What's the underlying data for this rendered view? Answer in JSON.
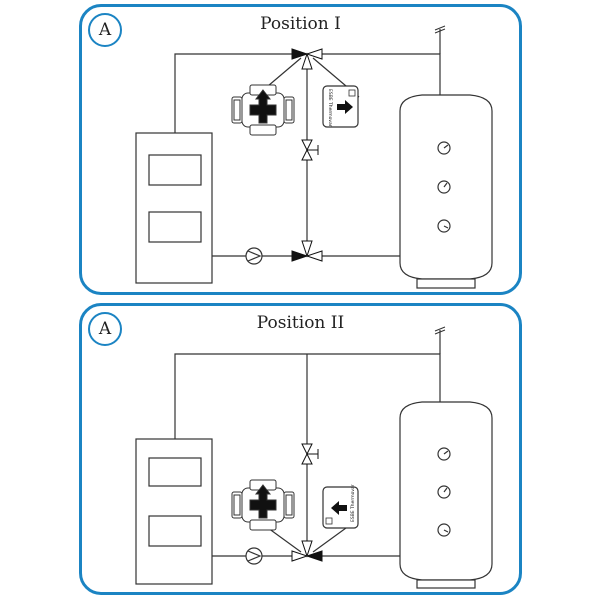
{
  "panels": [
    {
      "badge": "A",
      "title": "Position I",
      "controller_label": "ESBE Thermovar",
      "arrow_direction": "right"
    },
    {
      "badge": "A",
      "title": "Position II",
      "controller_label": "ESBE Thermovar",
      "arrow_direction": "left"
    }
  ],
  "colors": {
    "frame": "#1b84c3",
    "line": "#333333",
    "fill": "#ffffff",
    "solid": "#111111"
  }
}
